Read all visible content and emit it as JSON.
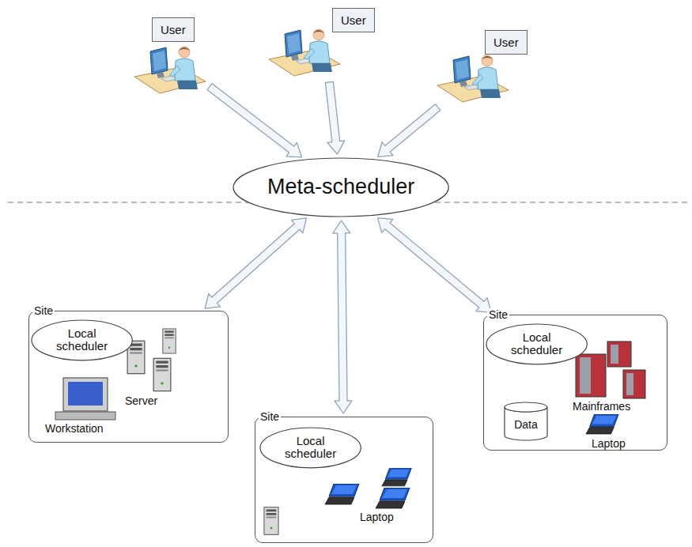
{
  "diagram": {
    "nodes": [
      {
        "text": [
          "User"
        ]
      },
      {
        "text": [
          "User"
        ]
      },
      {
        "text": [
          "User"
        ]
      },
      {
        "text": [
          "Meta-scheduler"
        ]
      },
      {
        "text": [
          "Site"
        ]
      },
      {
        "text": [
          "Local scheduler"
        ],
        "in": 4
      },
      {
        "text": [
          "Site"
        ]
      },
      {
        "text": [
          "Local scheduler"
        ],
        "in": 6
      },
      {
        "text": [
          "Site"
        ]
      },
      {
        "text": [
          "Local scheduler"
        ],
        "in": 8
      },
      {
        "text": [
          "Data"
        ],
        "in": 8
      }
    ],
    "edges": [
      {
        "from": 0,
        "to": 3,
        "arrow": "to"
      },
      {
        "from": 1,
        "to": 3,
        "arrow": "to"
      },
      {
        "from": 2,
        "to": 3,
        "arrow": "to"
      },
      {
        "from": 3,
        "to": 4,
        "arrow": "both"
      },
      {
        "from": 3,
        "to": 6,
        "arrow": "both"
      },
      {
        "from": 3,
        "to": 8,
        "arrow": "both"
      }
    ],
    "labels": [
      "Server",
      "Workstation",
      "Laptop",
      "Mainframes",
      "Laptop"
    ]
  }
}
